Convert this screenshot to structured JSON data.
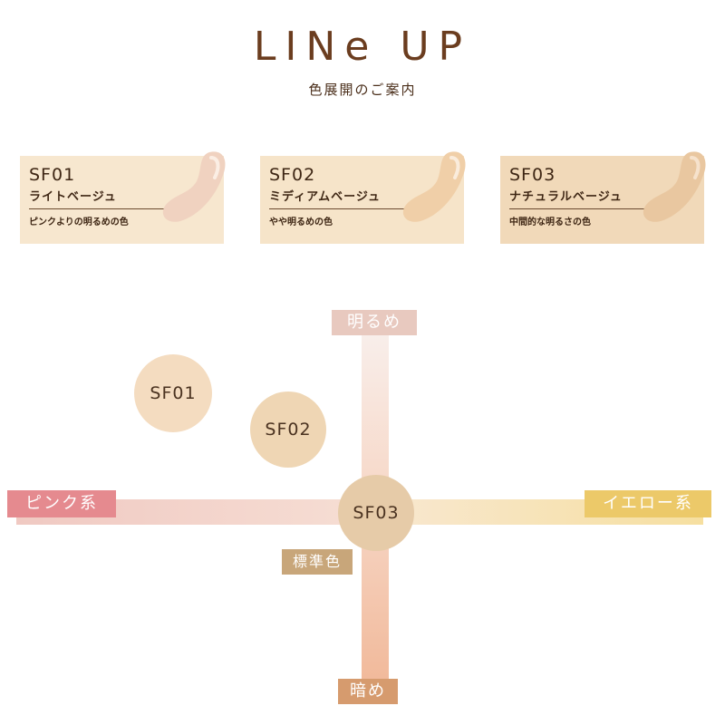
{
  "header": {
    "title": "LINe UP",
    "subtitle": "色展開のご案内"
  },
  "cards": [
    {
      "code": "SF01",
      "name": "ライトベージュ",
      "desc": "ピンクよりの明るめの色",
      "bg": "#f7e7cf",
      "swatch": "#f0d2c0"
    },
    {
      "code": "SF02",
      "name": "ミディアムベージュ",
      "desc": "やや明るめの色",
      "bg": "#f6e4c9",
      "swatch": "#f0cfa8"
    },
    {
      "code": "SF03",
      "name": "ナチュラルベージュ",
      "desc": "中間的な明るさの色",
      "bg": "#f1d9b9",
      "swatch": "#e9c7a0"
    }
  ],
  "map": {
    "top_label": "明るめ",
    "bottom_label": "暗め",
    "left_label": "ピンク系",
    "right_label": "イエロー系",
    "center_label": "標準色",
    "dots": [
      "SF01",
      "SF02",
      "SF03"
    ]
  }
}
